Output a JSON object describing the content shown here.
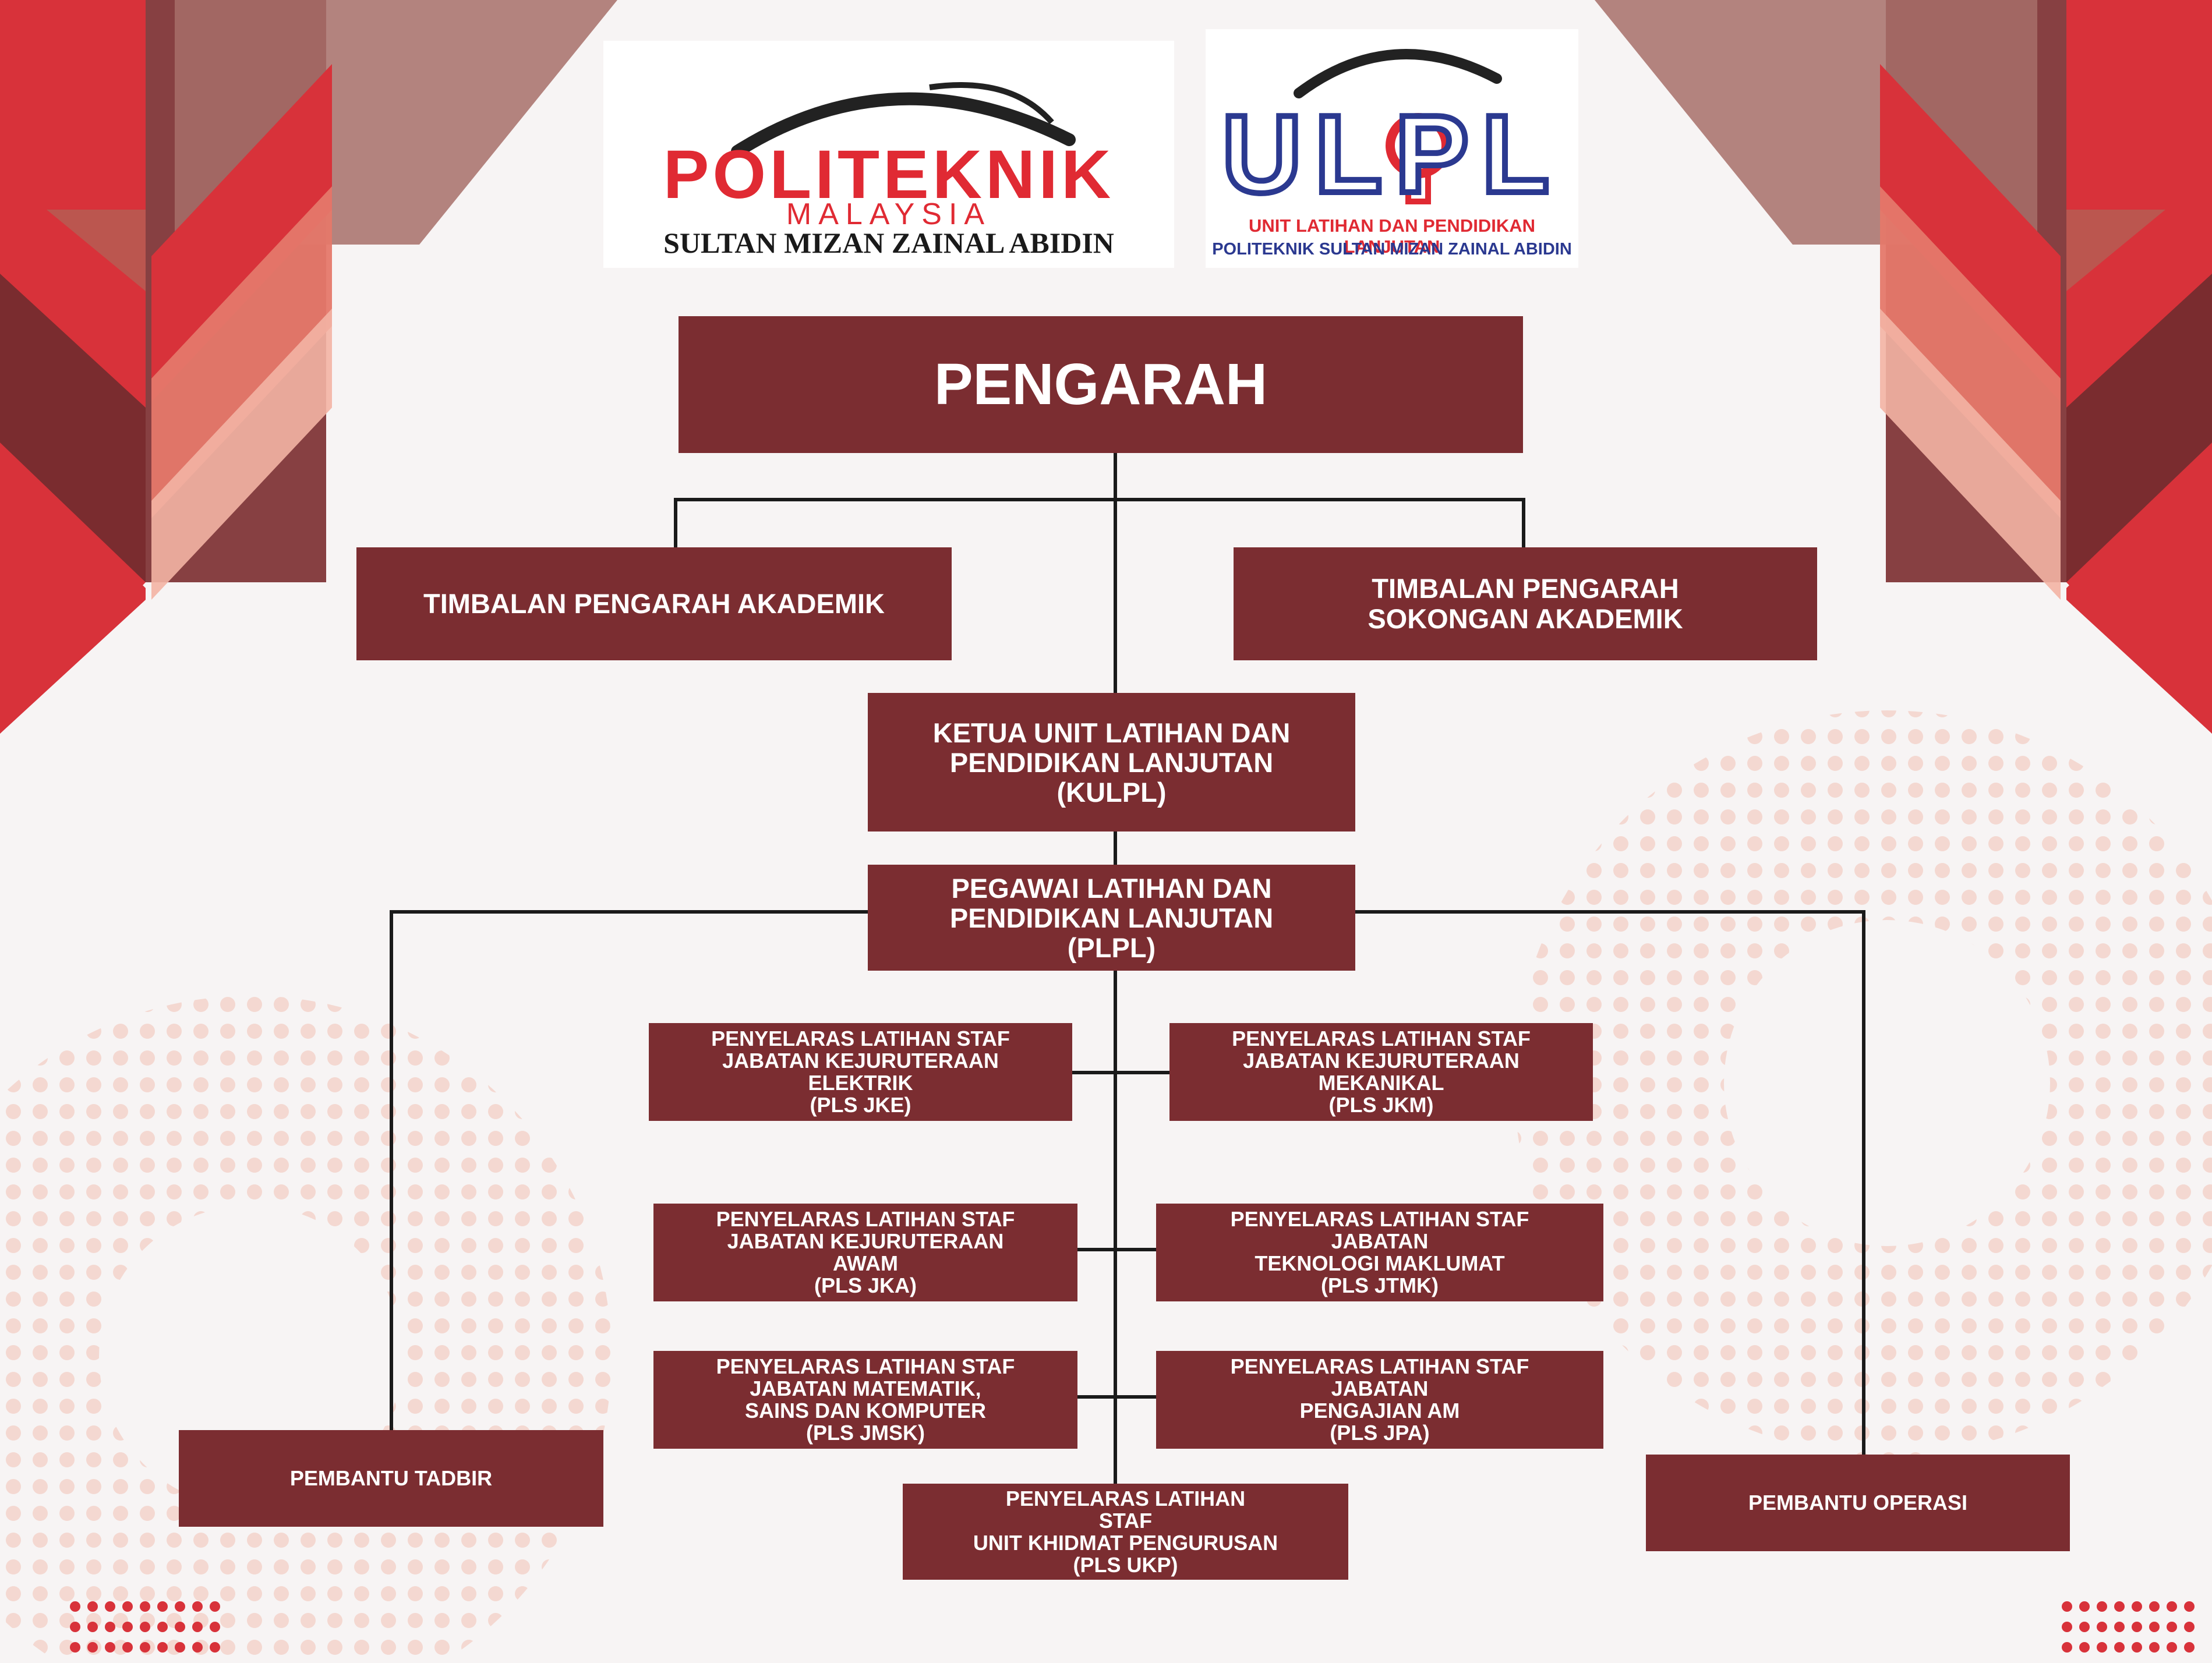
{
  "colors": {
    "box": "#7b2d31",
    "line": "#1a1a1a",
    "accent_red": "#d8323a",
    "dark_red": "#7a2c2f",
    "ulpl_blue": "#2b3990",
    "ulpl_red": "#e02a33"
  },
  "logos": {
    "politeknik": {
      "wordmark": "POLITEKNIK",
      "country": "MALAYSIA",
      "campus": "SULTAN MIZAN ZAINAL ABIDIN"
    },
    "ulpl": {
      "acronym": "ULPL",
      "full_name": "UNIT LATIHAN DAN PENDIDIKAN LANJUTAN",
      "institution": "POLITEKNIK SULTAN MIZAN ZAINAL ABIDIN"
    }
  },
  "org_chart": {
    "director": "PENGARAH",
    "deputy_academic": "TIMBALAN PENGARAH AKADEMIK",
    "deputy_support": "TIMBALAN PENGARAH\nSOKONGAN  AKADEMIK",
    "head_unit": "KETUA UNIT LATIHAN DAN\nPENDIDIKAN LANJUTAN\n(KULPL)",
    "officer": "PEGAWAI LATIHAN DAN\nPENDIDIKAN LANJUTAN\n(PLPL)",
    "coordinators": {
      "jke": "PENYELARAS LATIHAN STAF\nJABATAN KEJURUTERAAN\nELEKTRIK\n(PLS JKE)",
      "jkm": "PENYELARAS LATIHAN STAF\nJABATAN KEJURUTERAAN\nMEKANIKAL\n(PLS JKM)",
      "jka": "PENYELARAS LATIHAN STAF\nJABATAN KEJURUTERAAN\nAWAM\n(PLS JKA)",
      "jtmk": "PENYELARAS LATIHAN STAF\nJABATAN\nTEKNOLOGI MAKLUMAT\n(PLS JTMK)",
      "jmsk": "PENYELARAS LATIHAN STAF\nJABATAN MATEMATIK,\nSAINS DAN KOMPUTER\n(PLS JMSK)",
      "jpa": "PENYELARAS LATIHAN STAF\nJABATAN\nPENGAJIAN AM\n(PLS JPA)",
      "ukp": "PENYELARAS LATIHAN\nSTAF\nUNIT KHIDMAT PENGURUSAN\n(PLS UKP)"
    },
    "admin_assistant": "PEMBANTU TADBIR",
    "operations_assistant": "PEMBANTU OPERASI"
  }
}
